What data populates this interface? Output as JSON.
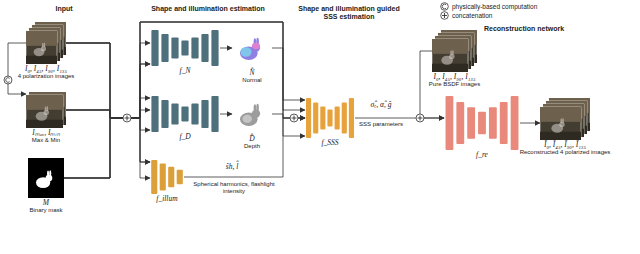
{
  "diagram": {
    "nodes": [
      {
        "text": [
          "Input"
        ]
      },
      {
        "text": [
          "Shape and illumination estimation"
        ]
      },
      {
        "text": [
          "Shape and illumination guided SSS estimation"
        ]
      },
      {
        "text": [
          "Reconstruction network"
        ]
      },
      {
        "text": [
          "I₀, I₄₅, I₉₀, I₁₃₅",
          "4 polarization images"
        ],
        "in": 0
      },
      {
        "text": [
          "Iₘₐₓ, Iₘᵢₙ",
          "Max & Min"
        ],
        "in": 0
      },
      {
        "text": [
          "M",
          "Binary mask"
        ],
        "in": 0
      },
      {
        "text": [
          "f_N"
        ],
        "in": 1
      },
      {
        "text": [
          "N̂",
          "Normal"
        ],
        "in": 1
      },
      {
        "text": [
          "f_D"
        ],
        "in": 1
      },
      {
        "text": [
          "D̂",
          "Depth"
        ],
        "in": 1
      },
      {
        "text": [
          "f_illum"
        ],
        "in": 1
      },
      {
        "text": [
          "f_SSS"
        ],
        "in": 2
      },
      {
        "text": [
          "I₀, I₄₅, I₉₀, I₁₃₅",
          "Pure BSDF images"
        ],
        "in": 3
      },
      {
        "text": [
          "f_re"
        ],
        "in": 3
      },
      {
        "text": [
          "Ĩ₀, Ĩ₄₅, Ĩ₉₀, Ĩ₁₃₅",
          "Reconstructed 4 polarized images"
        ],
        "in": 3
      }
    ],
    "edges": [
      {
        "from": 4,
        "to": 5,
        "arrow": "to"
      },
      {
        "from": 4,
        "to": 7,
        "arrow": "to"
      },
      {
        "from": 4,
        "to": 9,
        "arrow": "to"
      },
      {
        "from": 4,
        "to": 11,
        "arrow": "to"
      },
      {
        "from": 5,
        "to": 7,
        "arrow": "to"
      },
      {
        "from": 5,
        "to": 9,
        "arrow": "to"
      },
      {
        "from": 5,
        "to": 11,
        "arrow": "to"
      },
      {
        "from": 6,
        "to": 7,
        "arrow": "to"
      },
      {
        "from": 6,
        "to": 9,
        "arrow": "to"
      },
      {
        "from": 6,
        "to": 11,
        "arrow": "to"
      },
      {
        "from": 4,
        "to": 12,
        "arrow": "to"
      },
      {
        "from": 5,
        "to": 12,
        "arrow": "to"
      },
      {
        "from": 6,
        "to": 12,
        "arrow": "to"
      },
      {
        "from": 7,
        "to": 8,
        "arrow": "to"
      },
      {
        "from": 9,
        "to": 10,
        "arrow": "to"
      },
      {
        "from": 8,
        "to": 12,
        "arrow": "to"
      },
      {
        "from": 10,
        "to": 12,
        "arrow": "to"
      },
      {
        "from": 11,
        "to": 12,
        "arrow": "to"
      },
      {
        "from": 12,
        "to": 14,
        "arrow": "to"
      },
      {
        "from": 13,
        "to": 14,
        "arrow": "to"
      },
      {
        "from": 14,
        "to": 15,
        "arrow": "to"
      }
    ],
    "labels": [
      "ŝh, l̂",
      "Spherical harmonics, flashlight intensity",
      "σ̂ₜ, α̂, ĝ",
      "SSS parameters"
    ],
    "legend": [
      {
        "text": "physically-based computation"
      },
      {
        "text": "concatenation"
      }
    ]
  }
}
